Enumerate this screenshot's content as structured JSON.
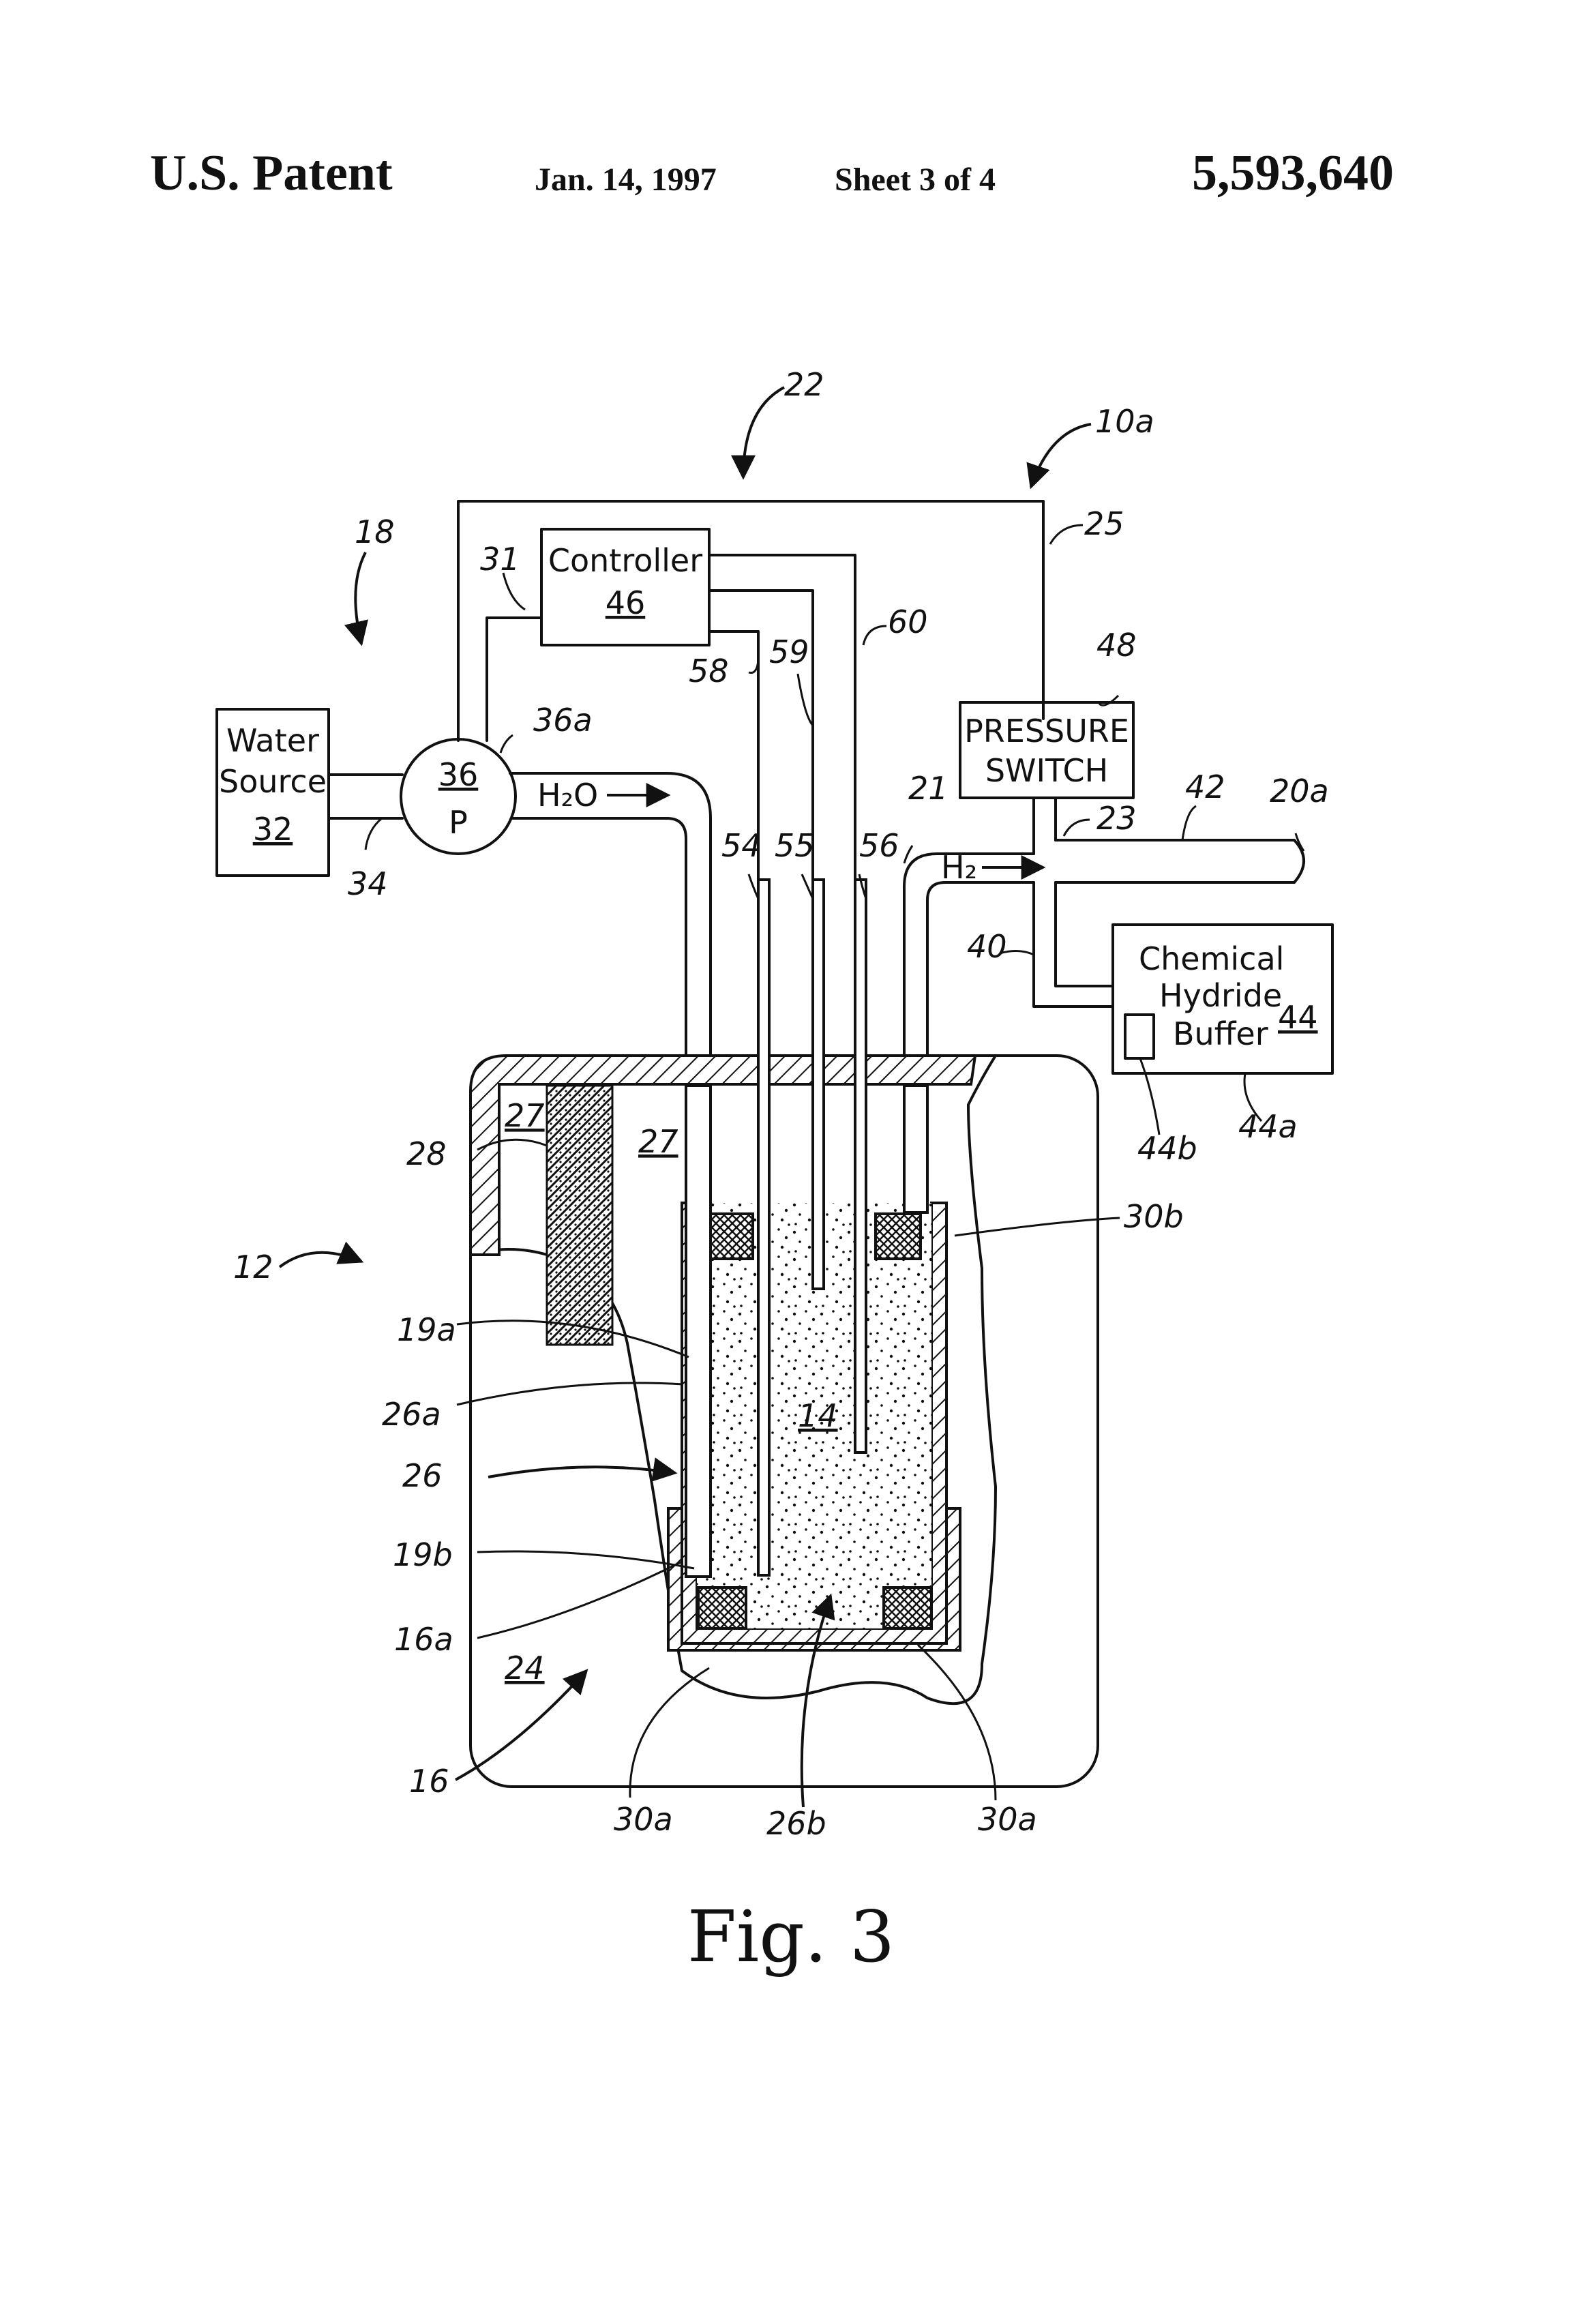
{
  "header": {
    "title": "U.S. Patent",
    "date": "Jan. 14, 1997",
    "sheet": "Sheet 3 of 4",
    "patent_number": "5,593,640"
  },
  "boxes": {
    "controller": "Controller",
    "controller_num": "46",
    "water_source_1": "Water",
    "water_source_2": "Source",
    "water_source_num": "32",
    "pump_num": "36",
    "pump_letter": "P",
    "pressure_1": "PRESSURE",
    "pressure_2": "SWITCH",
    "chem_1": "Chemical",
    "chem_2": "Hydride",
    "chem_3": "Buffer",
    "chem_num": "44"
  },
  "flows": {
    "water": "H₂O",
    "hydrogen": "H₂"
  },
  "refs": {
    "r10a": "10a",
    "r12": "12",
    "r14": "14",
    "r16": "16",
    "r16a": "16a",
    "r18": "18",
    "r19a": "19a",
    "r19b": "19b",
    "r20a": "20a",
    "r21": "21",
    "r22": "22",
    "r23": "23",
    "r24": "24",
    "r25": "25",
    "r26": "26",
    "r26a": "26a",
    "r26b": "26b",
    "r27a": "27",
    "r27b": "27",
    "r28": "28",
    "r30a1": "30a",
    "r30a2": "30a",
    "r30b": "30b",
    "r31": "31",
    "r34": "34",
    "r36a": "36a",
    "r40": "40",
    "r42": "42",
    "r44a": "44a",
    "r44b": "44b",
    "r48": "48",
    "r54": "54",
    "r55": "55",
    "r56": "56",
    "r58": "58",
    "r59": "59",
    "r60": "60"
  },
  "figure_caption": "Fig. 3",
  "colors": {
    "ink": "#111111",
    "paper": "#ffffff"
  }
}
